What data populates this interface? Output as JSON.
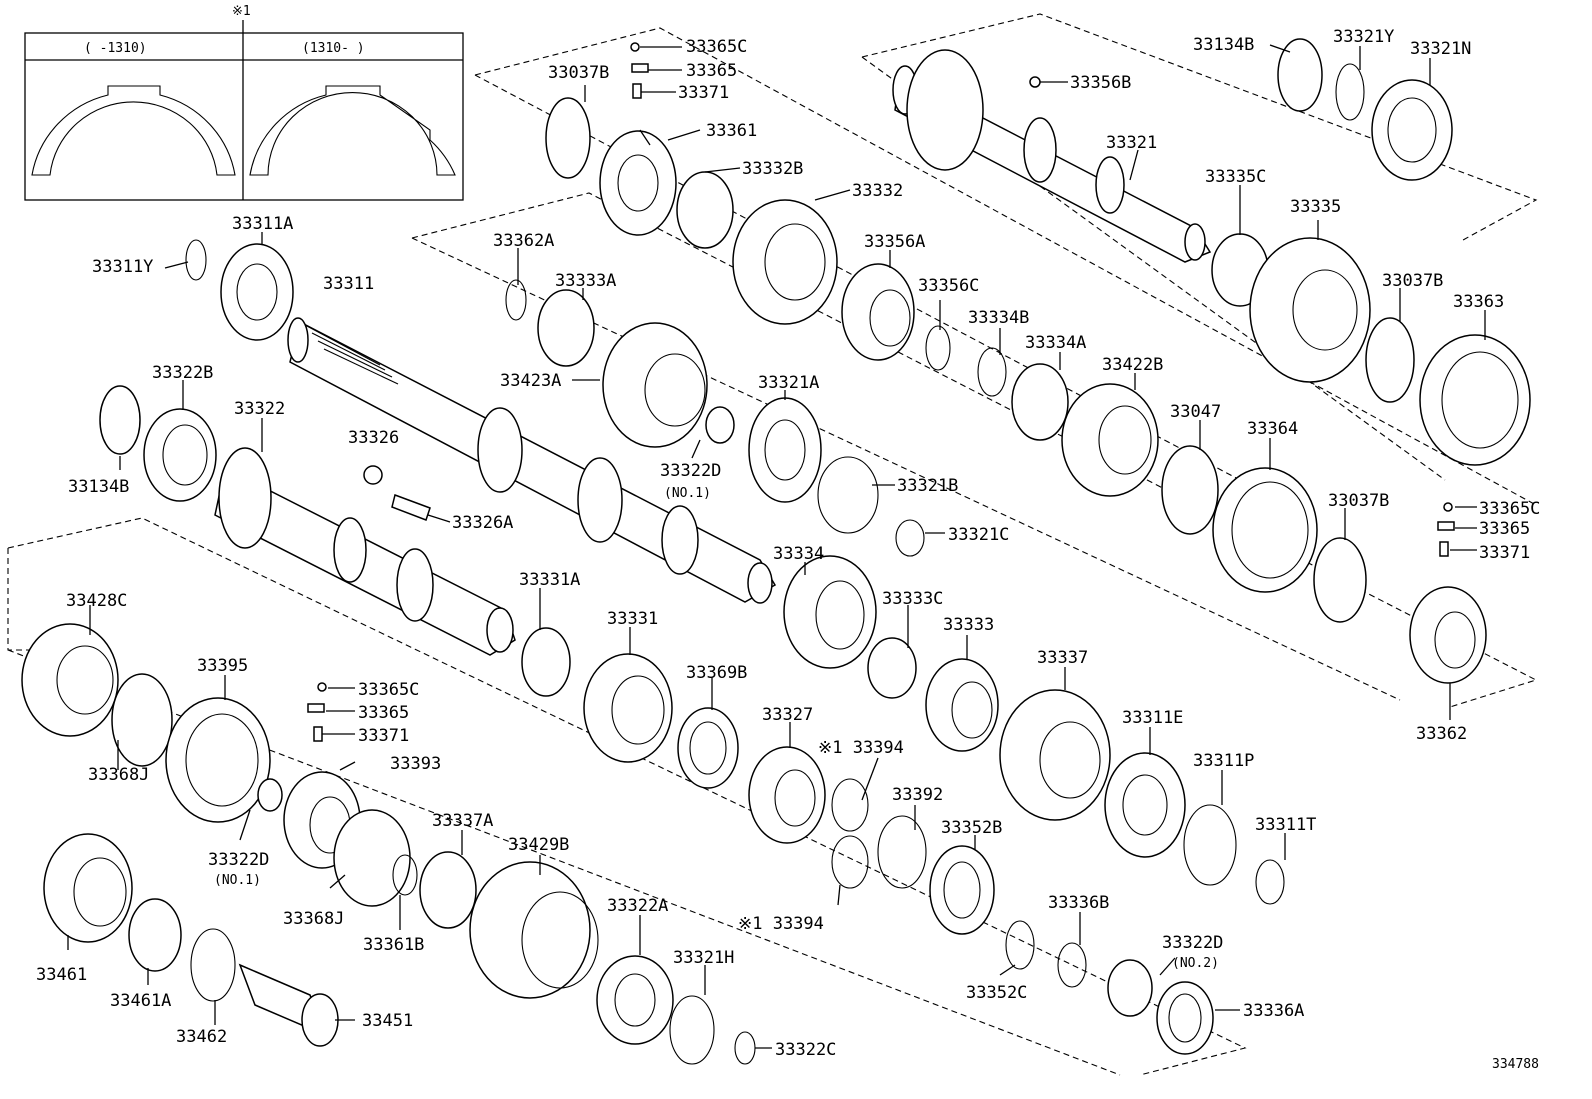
{
  "inset": {
    "note": "※1",
    "left": "(    -1310)",
    "right": "(1310-    )"
  },
  "ref_number": "334788",
  "parts": [
    {
      "id": "p1",
      "label": "33365C"
    },
    {
      "id": "p2",
      "label": "33365"
    },
    {
      "id": "p3",
      "label": "33371"
    },
    {
      "id": "p4",
      "label": "33037B"
    },
    {
      "id": "p5",
      "label": "33361"
    },
    {
      "id": "p6",
      "label": "33332B"
    },
    {
      "id": "p7",
      "label": "33332"
    },
    {
      "id": "p8",
      "label": "33134B"
    },
    {
      "id": "p9",
      "label": "33321Y"
    },
    {
      "id": "p10",
      "label": "33321N"
    },
    {
      "id": "p11",
      "label": "33356B"
    },
    {
      "id": "p12",
      "label": "33321"
    },
    {
      "id": "p13",
      "label": "33335C"
    },
    {
      "id": "p14",
      "label": "33335"
    },
    {
      "id": "p15",
      "label": "33311A"
    },
    {
      "id": "p16",
      "label": "33311Y"
    },
    {
      "id": "p17",
      "label": "33311"
    },
    {
      "id": "p18",
      "label": "33362A"
    },
    {
      "id": "p19",
      "label": "33333A"
    },
    {
      "id": "p20",
      "label": "33356A"
    },
    {
      "id": "p21",
      "label": "33356C"
    },
    {
      "id": "p22",
      "label": "33037B"
    },
    {
      "id": "p23",
      "label": "33363"
    },
    {
      "id": "p24",
      "label": "33423A"
    },
    {
      "id": "p25",
      "label": "33334B"
    },
    {
      "id": "p26",
      "label": "33334A"
    },
    {
      "id": "p27",
      "label": "33422B"
    },
    {
      "id": "p28",
      "label": "33322B"
    },
    {
      "id": "p29",
      "label": "33321A"
    },
    {
      "id": "p30",
      "label": "33322"
    },
    {
      "id": "p31",
      "label": "33326"
    },
    {
      "id": "p32",
      "label": "33322D"
    },
    {
      "id": "p33",
      "label": "(NO.1)"
    },
    {
      "id": "p34",
      "label": "33047"
    },
    {
      "id": "p35",
      "label": "33364"
    },
    {
      "id": "p36",
      "label": "33134B"
    },
    {
      "id": "p37",
      "label": "33321B"
    },
    {
      "id": "p38",
      "label": "33326A"
    },
    {
      "id": "p39",
      "label": "33321C"
    },
    {
      "id": "p40",
      "label": "33037B"
    },
    {
      "id": "p41",
      "label": "33365C"
    },
    {
      "id": "p42",
      "label": "33365"
    },
    {
      "id": "p43",
      "label": "33371"
    },
    {
      "id": "p44",
      "label": "33334"
    },
    {
      "id": "p45",
      "label": "33428C"
    },
    {
      "id": "p46",
      "label": "33331A"
    },
    {
      "id": "p47",
      "label": "33331"
    },
    {
      "id": "p48",
      "label": "33333C"
    },
    {
      "id": "p49",
      "label": "33333"
    },
    {
      "id": "p50",
      "label": "33337"
    },
    {
      "id": "p51",
      "label": "33395"
    },
    {
      "id": "p52",
      "label": "33369B"
    },
    {
      "id": "p53",
      "label": "33365C"
    },
    {
      "id": "p54",
      "label": "33365"
    },
    {
      "id": "p55",
      "label": "33327"
    },
    {
      "id": "p56",
      "label": "33311E"
    },
    {
      "id": "p57",
      "label": "33362"
    },
    {
      "id": "p58",
      "label": "33371"
    },
    {
      "id": "p59",
      "label": "33393"
    },
    {
      "id": "p60",
      "label": "※1 33394"
    },
    {
      "id": "p61",
      "label": "33311P"
    },
    {
      "id": "p62",
      "label": "33368J"
    },
    {
      "id": "p63",
      "label": "33392"
    },
    {
      "id": "p64",
      "label": "33337A"
    },
    {
      "id": "p65",
      "label": "33429B"
    },
    {
      "id": "p66",
      "label": "33352B"
    },
    {
      "id": "p67",
      "label": "33311T"
    },
    {
      "id": "p68",
      "label": "33322D"
    },
    {
      "id": "p69",
      "label": "(NO.1)"
    },
    {
      "id": "p70",
      "label": "33368J"
    },
    {
      "id": "p71",
      "label": "33361B"
    },
    {
      "id": "p72",
      "label": "33336B"
    },
    {
      "id": "p73",
      "label": "33322A"
    },
    {
      "id": "p74",
      "label": "※1 33394"
    },
    {
      "id": "p75",
      "label": "33322D"
    },
    {
      "id": "p76",
      "label": "(NO.2)"
    },
    {
      "id": "p77",
      "label": "33461"
    },
    {
      "id": "p78",
      "label": "33321H"
    },
    {
      "id": "p79",
      "label": "33352C"
    },
    {
      "id": "p80",
      "label": "33461A"
    },
    {
      "id": "p81",
      "label": "33336A"
    },
    {
      "id": "p82",
      "label": "33451"
    },
    {
      "id": "p83",
      "label": "33462"
    },
    {
      "id": "p84",
      "label": "33322C"
    }
  ]
}
